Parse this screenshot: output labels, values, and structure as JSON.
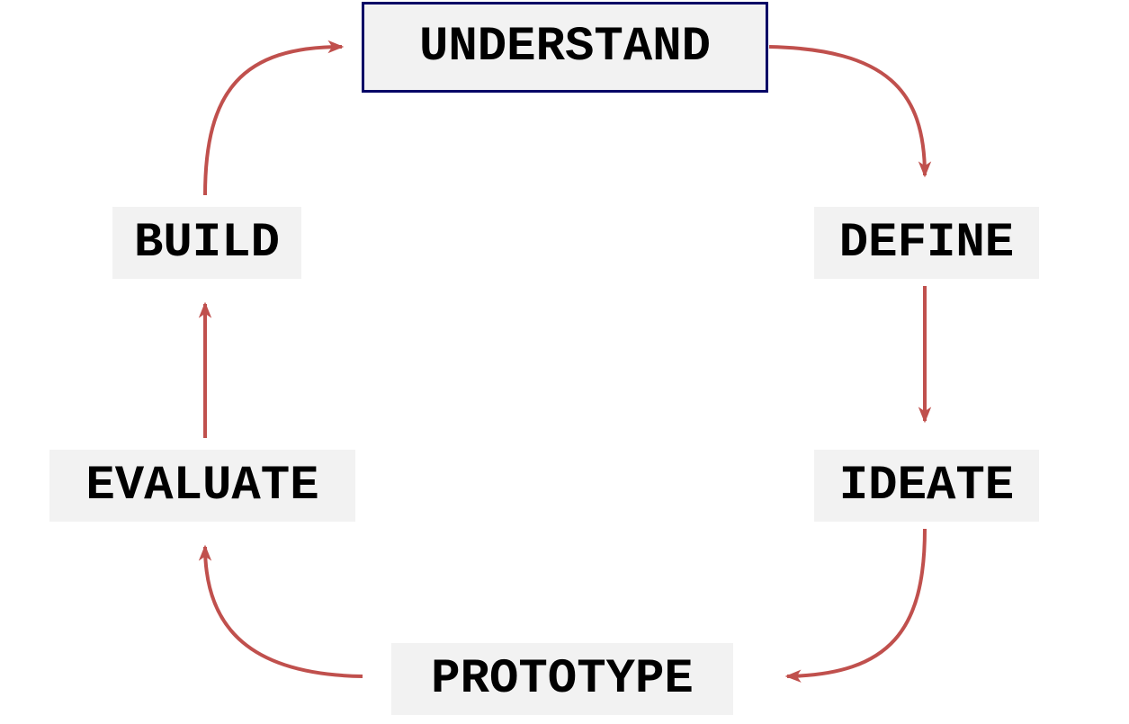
{
  "colors": {
    "arrow": "#c0504d",
    "highlight_border": "#000066",
    "node_bg": "#f2f2f2"
  },
  "nodes": {
    "understand": "UNDERSTAND",
    "define": "DEFINE",
    "ideate": "IDEATE",
    "prototype": "PROTOTYPE",
    "evaluate": "EVALUATE",
    "build": "BUILD"
  },
  "highlighted": "understand"
}
